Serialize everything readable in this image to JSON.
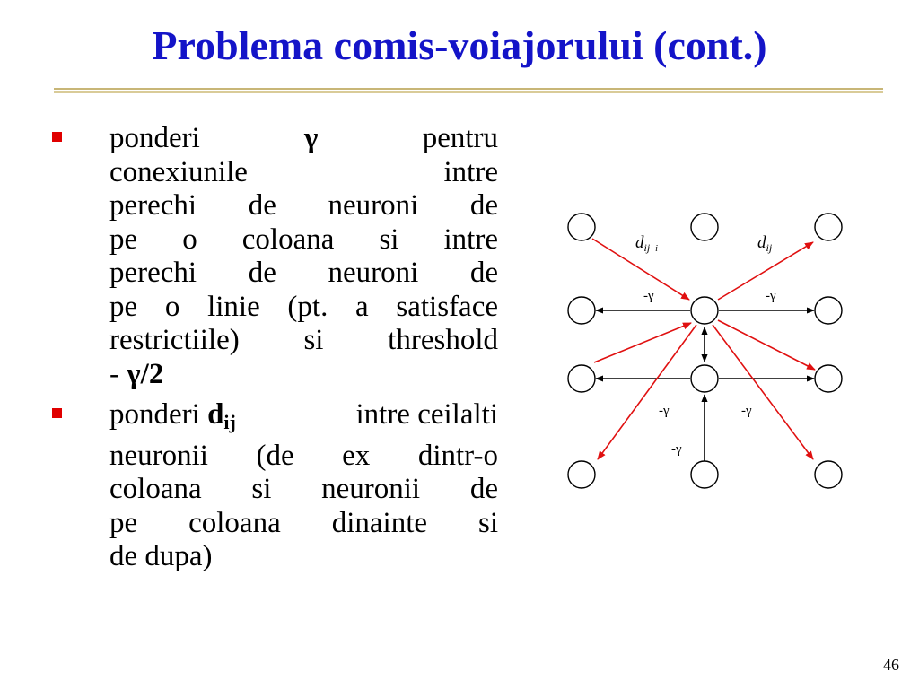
{
  "slide": {
    "title": "Problema comis-voiajorului (cont.)",
    "page_number": "46",
    "title_color": "#1414c8",
    "bullet_color": "#e00000"
  },
  "bullets": [
    {
      "lines": [
        [
          "ponderi",
          "γ",
          "pentru"
        ],
        [
          "conexiunile",
          "intre"
        ],
        [
          "perechi de neuroni de"
        ],
        [
          "pe o coloana si intre"
        ],
        [
          "perechi de neuroni de"
        ],
        [
          "pe o linie (pt. a satisface"
        ],
        [
          "restrictiile) si threshold"
        ]
      ],
      "last_prefix": "- ",
      "last_bold": "γ/2"
    },
    {
      "line1_prefix": "ponderi ",
      "line1_bold": "d",
      "line1_sub": "ij",
      "line1_suffix": "intre ceilalti",
      "lines": [
        "neuronii (de ex dintr-o",
        "coloana si neuronii de",
        "pe coloana dinainte si",
        "de dupa)"
      ]
    }
  ],
  "diagram": {
    "labels": {
      "d_left": "d",
      "d_left_sub": "ij",
      "d_left_extra": "i",
      "d_right": "d",
      "d_right_sub": "ij",
      "neg_gamma": "-γ"
    },
    "colors": {
      "red_arrow": "#e01010",
      "black_arrow": "#000000"
    }
  }
}
